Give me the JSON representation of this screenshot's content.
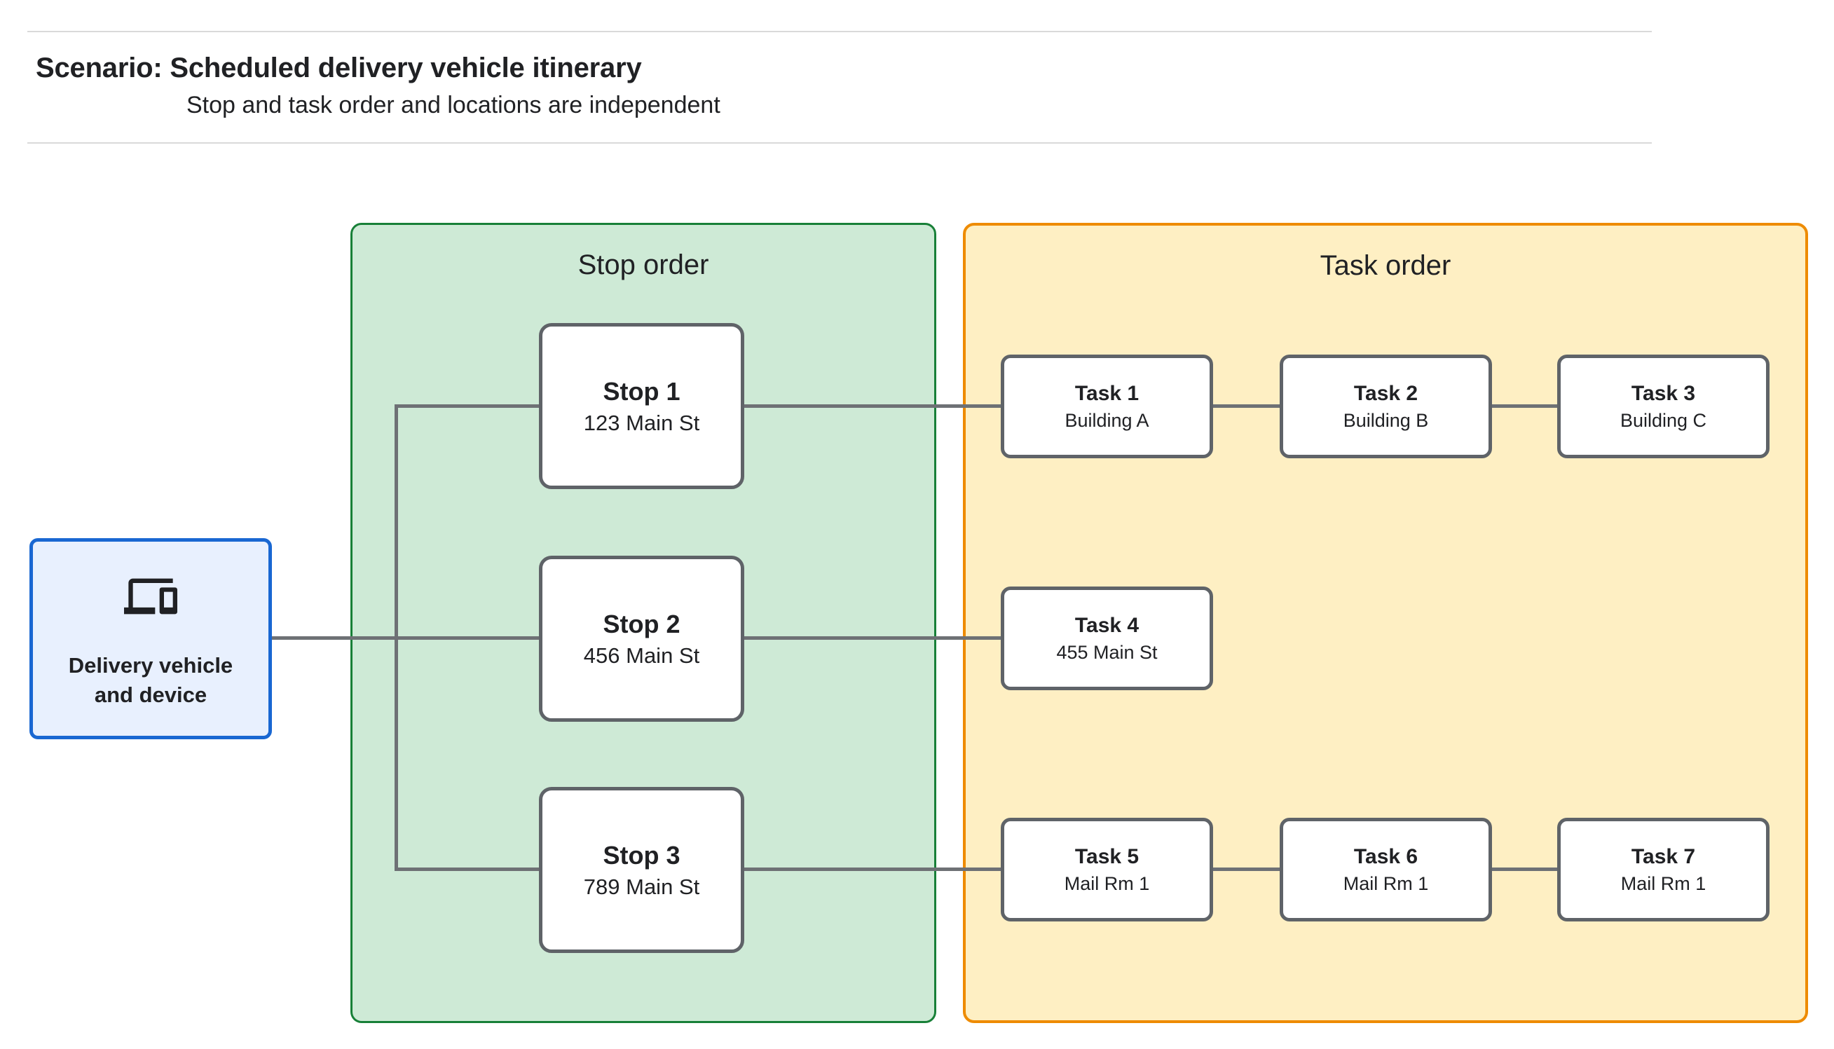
{
  "header": {
    "title": "Scenario: Scheduled delivery vehicle itinerary",
    "subtitle": "Stop and task order and locations are independent"
  },
  "device": {
    "icon": "devices-icon",
    "label_line1": "Delivery vehicle",
    "label_line2": "and device"
  },
  "stop_group": {
    "title": "Stop order",
    "stops": [
      {
        "title": "Stop 1",
        "subtitle": "123 Main St"
      },
      {
        "title": "Stop 2",
        "subtitle": "456 Main St"
      },
      {
        "title": "Stop 3",
        "subtitle": "789 Main St"
      }
    ]
  },
  "task_group": {
    "title": "Task order",
    "tasks": [
      {
        "title": "Task 1",
        "subtitle": "Building A"
      },
      {
        "title": "Task 2",
        "subtitle": "Building B"
      },
      {
        "title": "Task 3",
        "subtitle": "Building C"
      },
      {
        "title": "Task 4",
        "subtitle": "455 Main St"
      },
      {
        "title": "Task 5",
        "subtitle": "Mail Rm 1"
      },
      {
        "title": "Task 6",
        "subtitle": "Mail Rm 1"
      },
      {
        "title": "Task 7",
        "subtitle": "Mail Rm 1"
      }
    ]
  },
  "colors": {
    "green_fill": "#CEEAD6",
    "green_border": "#188038",
    "orange_fill": "#FEEFC3",
    "orange_border": "#EE8B00",
    "blue_fill": "#E8F0FE",
    "blue_border": "#1967D2",
    "node_border": "#5F6368",
    "line_color": "#6E7175",
    "text_color": "#202124",
    "divider_color": "#D9D9D9"
  }
}
